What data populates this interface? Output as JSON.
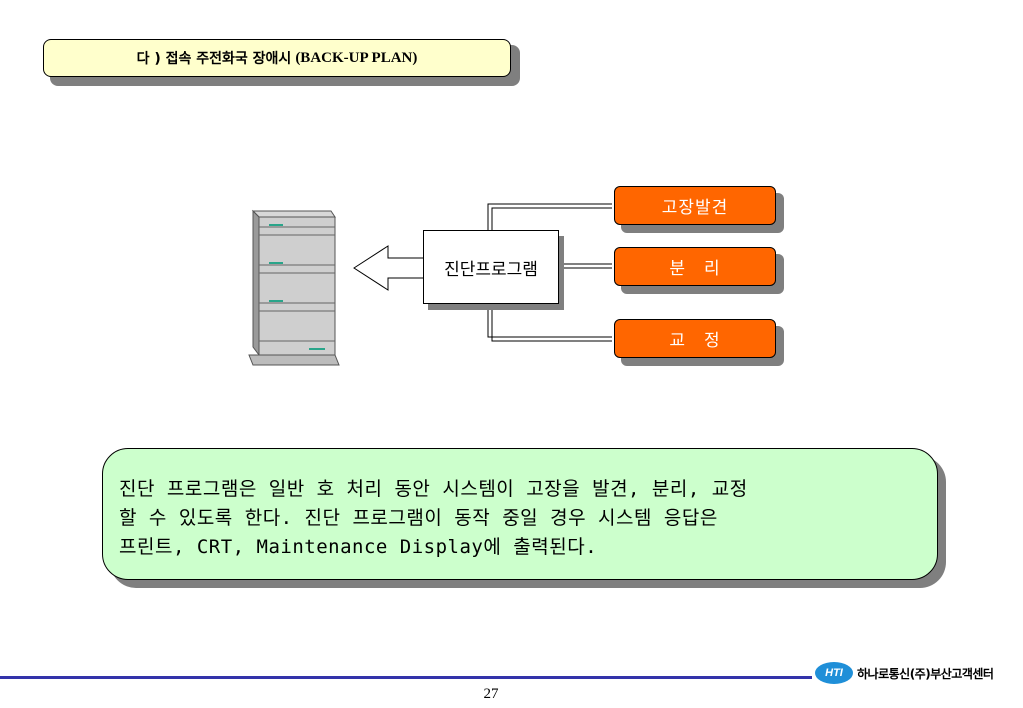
{
  "header": {
    "title_ko": "다 ) 접속 주전화국 장애시",
    "title_en": "(BACK-UP PLAN)"
  },
  "diagram": {
    "program_label": "진단프로그램",
    "actions": [
      "고장발견",
      "분　리",
      "교　정"
    ],
    "colors": {
      "action_fill": "#ff6600",
      "note_fill": "#ccffcc",
      "header_fill": "#ffffcc"
    }
  },
  "description": {
    "lines": [
      "진단 프로그램은 일반 호 처리 동안 시스템이 고장을 발견, 분리, 교정",
      "할 수 있도록 한다. 진단 프로그램이 동작 중일 경우 시스템 응답은",
      "프린트, CRT, Maintenance Display에 출력된다."
    ]
  },
  "footer": {
    "page_number": "27",
    "logo_mark": "HTI",
    "company": "하나로통신(주)부산고객센터"
  }
}
